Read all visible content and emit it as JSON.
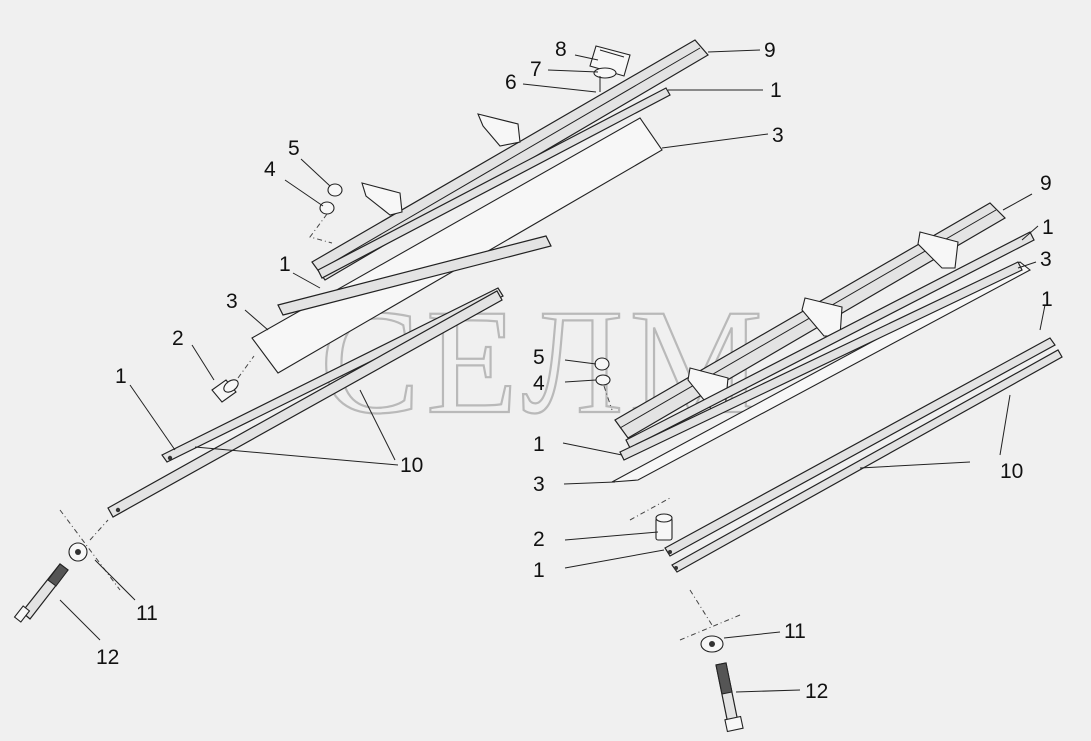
{
  "watermark": "СЕЛМ",
  "callouts": {
    "l_9": "9",
    "l_8": "8",
    "l_7": "7",
    "l_6": "6",
    "l_1a": "1",
    "l_3a": "3",
    "l_5a": "5",
    "l_4a": "4",
    "l_1b": "1",
    "l_3b": "3",
    "l_2a": "2",
    "l_1c": "1",
    "l_10a": "10",
    "l_11a": "11",
    "l_12a": "12",
    "r_9": "9",
    "r_1a": "1",
    "r_3a": "3",
    "r_1b": "1",
    "r_5": "5",
    "r_4": "4",
    "r_1c": "1",
    "r_3b": "3",
    "r_10": "10",
    "r_2": "2",
    "r_1d": "1",
    "r_11": "11",
    "r_12": "12"
  }
}
